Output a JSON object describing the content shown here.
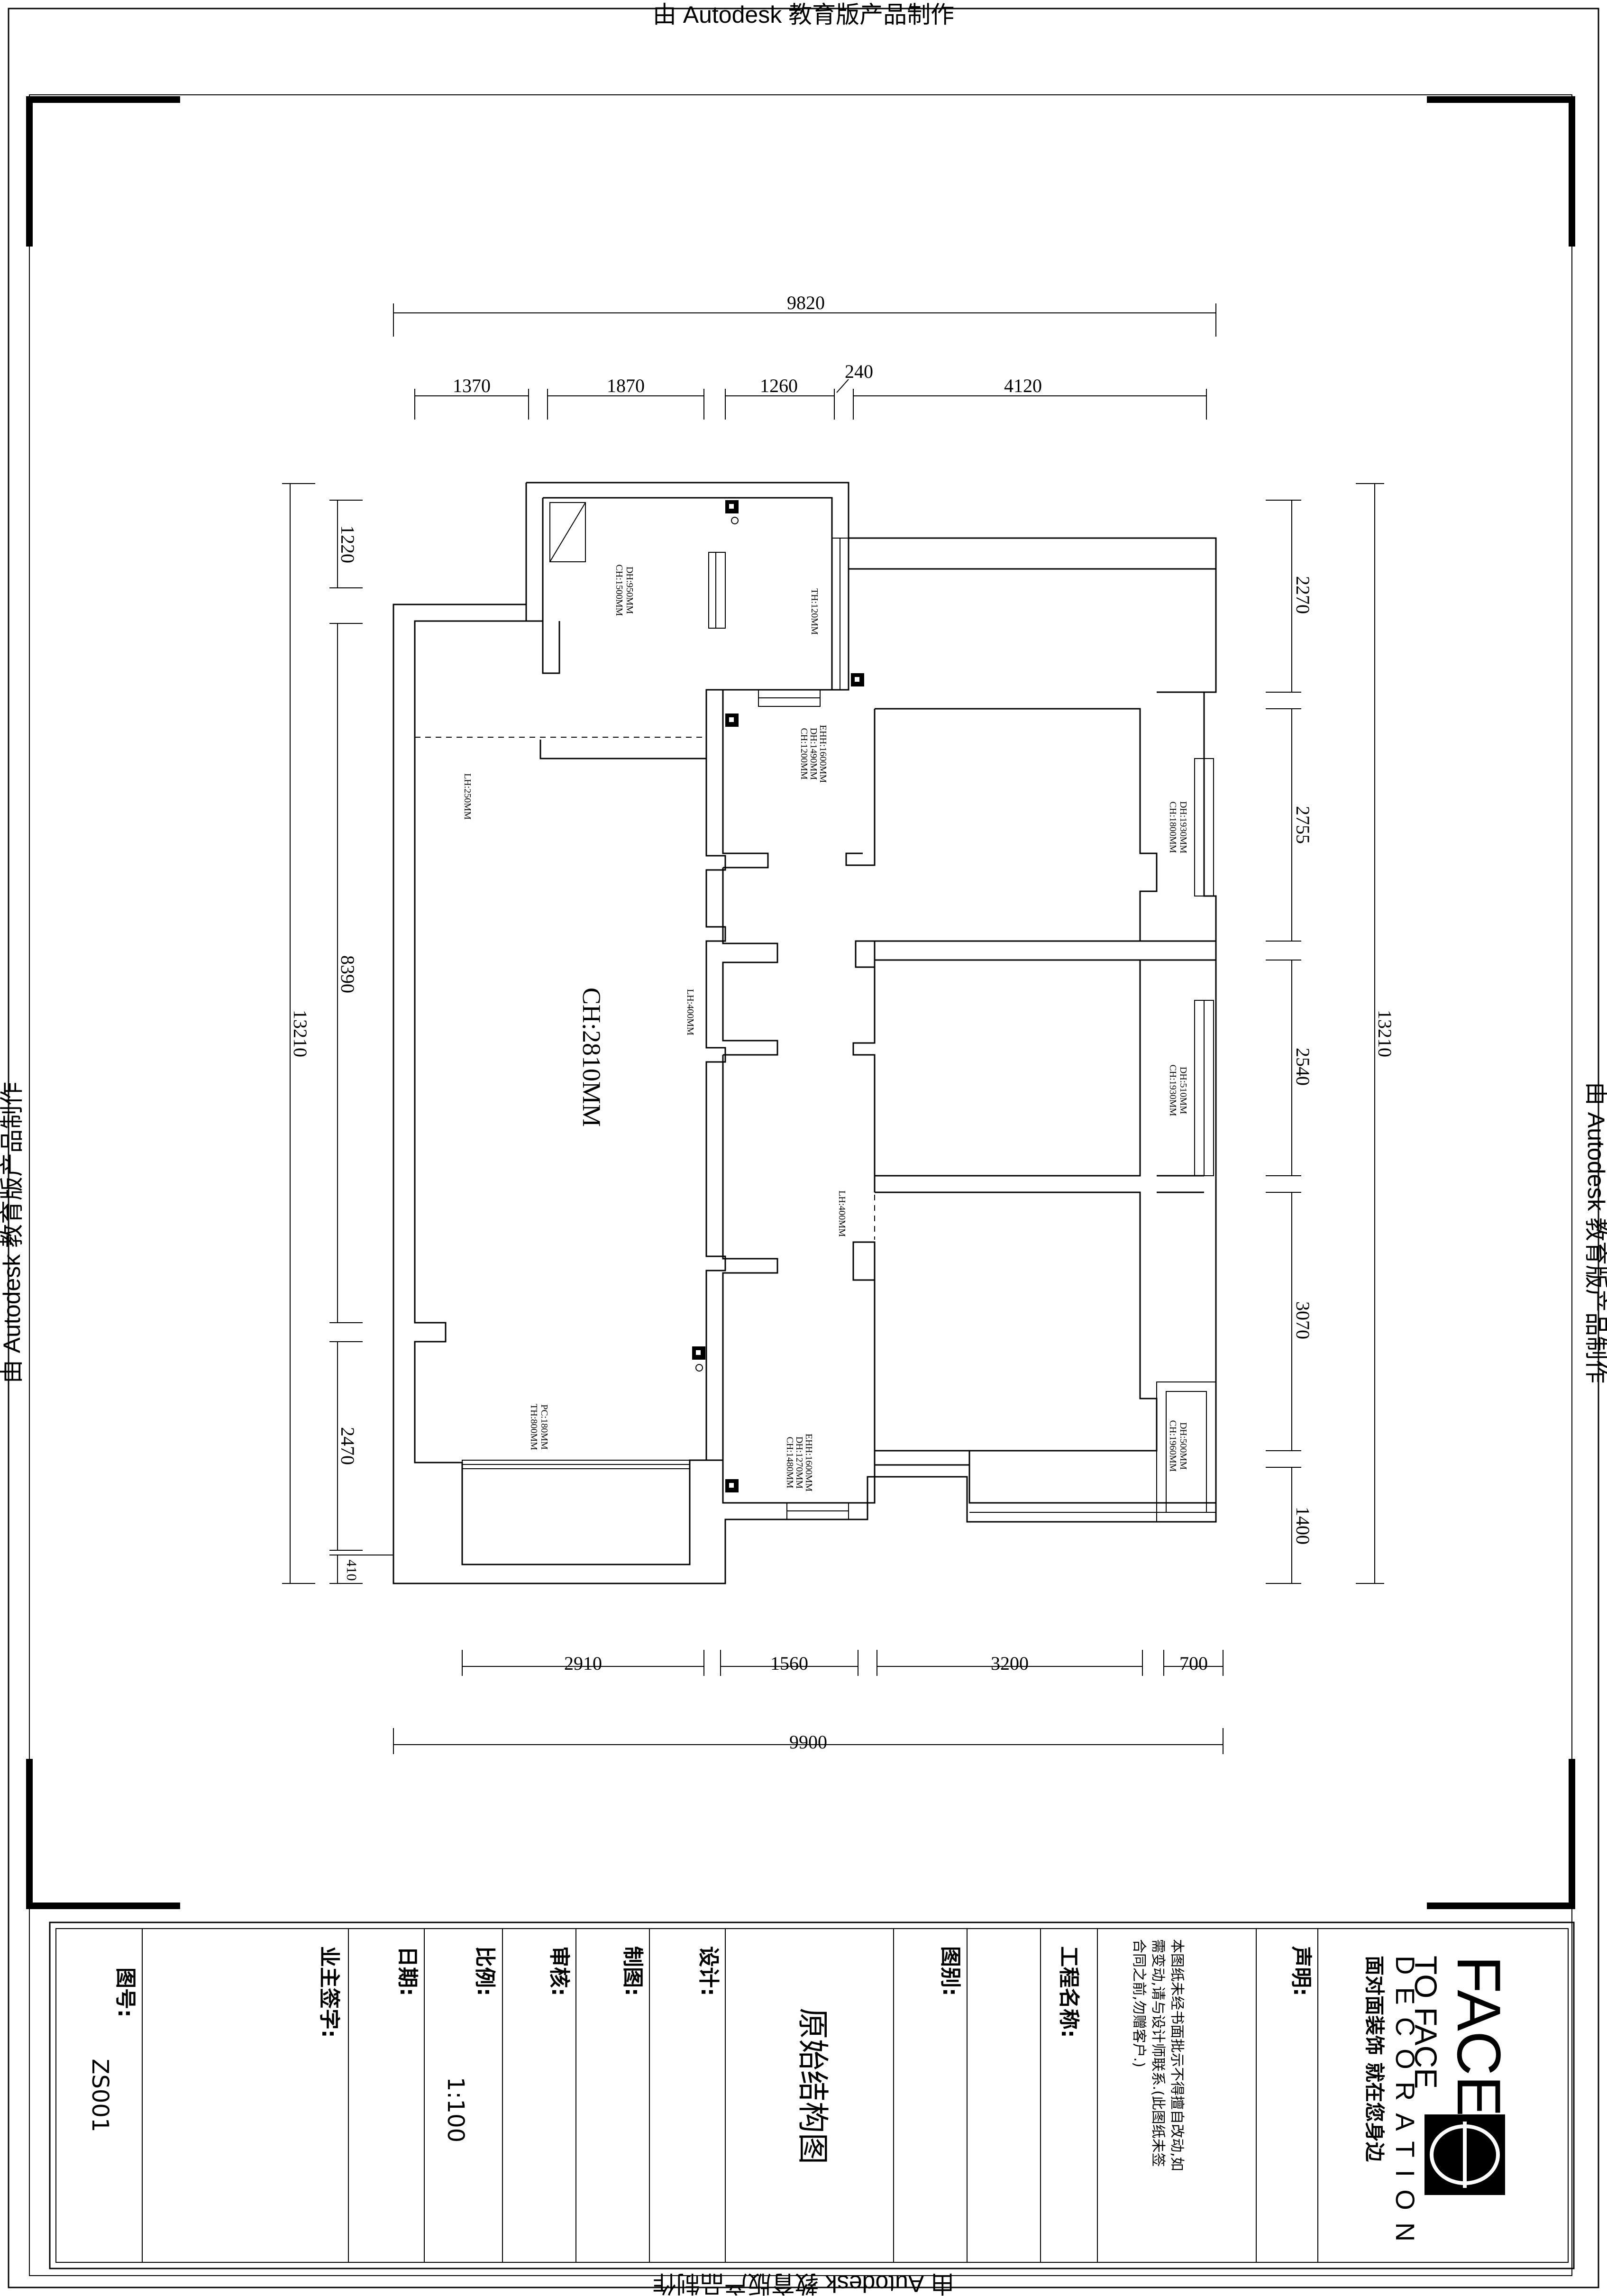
{
  "watermark": "由 Autodesk 教育版产品制作",
  "plan": {
    "top_overall": "9820",
    "top_segments": [
      "1370",
      "1870",
      "1260",
      "240",
      "4120"
    ],
    "bottom_overall": "9900",
    "bottom_segments": [
      "2910",
      "1560",
      "3200",
      "700"
    ],
    "left_overall": "13210",
    "left_segments": [
      "1220",
      "8390",
      "2470",
      "410"
    ],
    "right_overall": "13210",
    "right_segments": [
      "2270",
      "2755",
      "2540",
      "3070",
      "1400"
    ],
    "ceiling_height": "CH:2810MM",
    "notes": {
      "kitchen_window": [
        "CH:1500MM",
        "DH:950MM"
      ],
      "balcony_top_th": "TH:120MM",
      "bath_window": [
        "CH:1200MM",
        "DH:1490MM",
        "EHH:1600MM"
      ],
      "living_beam": "LH:250MM",
      "bed1_window": [
        "CH:1800MM",
        "DH:1930MM"
      ],
      "corridor_beam1": "LH:400MM",
      "bed2_window": [
        "CH:1930MM",
        "DH:510MM"
      ],
      "corridor_beam2": "LH:400MM",
      "balcony_bottom": [
        "TH:800MM",
        "PC:180MM"
      ],
      "bath2_window": [
        "CH:1480MM",
        "DH:1270MM",
        "EHH:1600MM"
      ],
      "bed3_window": [
        "CH:1960MM",
        "DH:500MM"
      ]
    }
  },
  "title_block": {
    "drawing_no_label": "图号:",
    "drawing_no": "ZS001",
    "owner_sign_label": "业主签字:",
    "date_label": "日期:",
    "scale_label": "比例:",
    "scale": "1:100",
    "review_label": "审核:",
    "drafted_label": "制图:",
    "design_label": "设计:",
    "drawing_title": "原始结构图",
    "category_label": "图别:",
    "project_label": "工程名称:",
    "declaration_label": "声明:",
    "declaration_lines": [
      "本图纸未经书面批示不得擅自改动,如",
      "需变动,请与设计师联系.(此图纸未签",
      "合同之前,勿赠客户.)"
    ],
    "logo": {
      "face": "FACE",
      "to_face": "TO FACE",
      "decoration": "DECORATION",
      "cn_name": "面对面装饰",
      "slogan": "就在您身边"
    }
  }
}
